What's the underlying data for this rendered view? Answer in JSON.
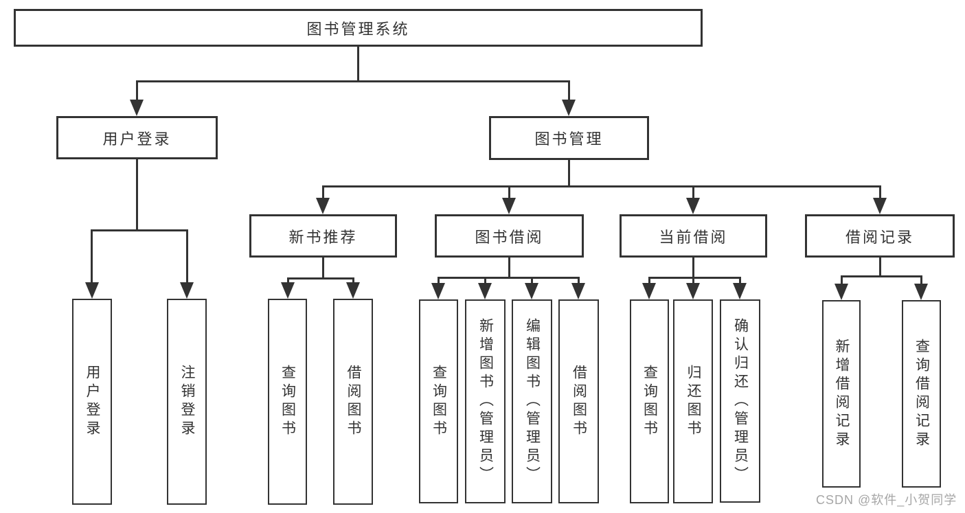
{
  "colors": {
    "line": "#333333",
    "text": "#333333",
    "watermark": "#a6a6a6",
    "background": "#ffffff"
  },
  "root": {
    "label": "图书管理系统"
  },
  "level2": {
    "user_login": {
      "label": "用户登录"
    },
    "book_mgmt": {
      "label": "图书管理"
    }
  },
  "level3": {
    "new_books": {
      "label": "新书推荐"
    },
    "book_borrowing": {
      "label": "图书借阅"
    },
    "current_borrowing": {
      "label": "当前借阅"
    },
    "borrow_records": {
      "label": "借阅记录"
    }
  },
  "leaves": {
    "user_login": {
      "label": "用户登录"
    },
    "logout": {
      "label": "注销登录"
    },
    "nb_query_books": {
      "label": "查询图书"
    },
    "nb_borrow_books": {
      "label": "借阅图书"
    },
    "bb_query_books": {
      "label": "查询图书"
    },
    "bb_add_book_admin": {
      "label": "新增图书（管理员）"
    },
    "bb_edit_book_admin": {
      "label": "编辑图书（管理员）"
    },
    "bb_borrow_books": {
      "label": "借阅图书"
    },
    "cb_query_books": {
      "label": "查询图书"
    },
    "cb_return_book": {
      "label": "归还图书"
    },
    "cb_confirm_return_admin": {
      "label": "确认归还（管理员）"
    },
    "br_add_record": {
      "label": "新增借阅记录"
    },
    "br_query_record": {
      "label": "查询借阅记录"
    }
  },
  "watermark": {
    "label": "CSDN @软件_小贺同学"
  }
}
